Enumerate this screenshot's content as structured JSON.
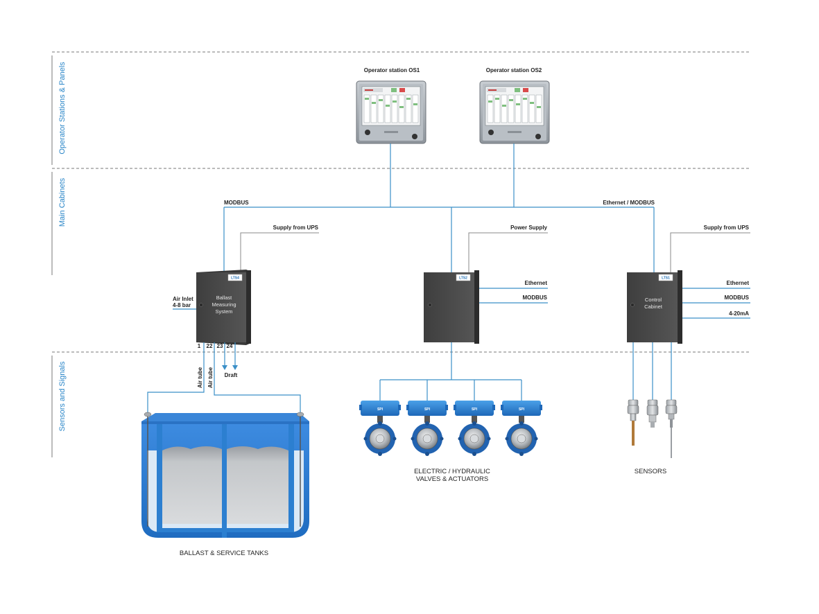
{
  "sections": {
    "operator": "Operator Stations & Panels",
    "cabinets": "Main Cabinets",
    "sensors": "Sensors and Signals"
  },
  "stations": {
    "os1": "Operator station OS1",
    "os2": "Operator station OS2"
  },
  "bus": {
    "modbus": "MODBUS",
    "ethernet_modbus": "Ethernet / MODBUS"
  },
  "cabinet_left": {
    "tag": "LTS4",
    "line1": "Ballast",
    "line2": "Measuring",
    "line3": "System",
    "supply": "Supply from UPS",
    "air_inlet": "Air Inlet",
    "air_pressure": "4-8 bar",
    "ports": [
      "1",
      "22",
      "23",
      "24"
    ],
    "air_tube_1": "Air tube",
    "air_tube_2": "Air tube",
    "draft": "Draft"
  },
  "cabinet_mid": {
    "tag": "LTS2",
    "supply": "Power Supply",
    "ethernet": "Ethernet",
    "modbus": "MODBUS"
  },
  "cabinet_right": {
    "tag": "LTS1",
    "line1": "Control",
    "line2": "Cabinet",
    "supply": "Supply from UPS",
    "ethernet": "Ethernet",
    "modbus": "MODBUS",
    "analog": "4-20mA"
  },
  "captions": {
    "tanks": "BALLAST & SERVICE TANKS",
    "valves_1": "ELECTRIC / HYDRAULIC",
    "valves_2": "VALVES & ACTUATORS",
    "sensors": "SENSORS"
  },
  "valve_marking": "SPI",
  "colors": {
    "accent_blue": "#2a86c8",
    "line_blue": "#3a8fc7",
    "cabinet_gray": "#4a4a4a",
    "tank_blue": "#2c7fd0"
  }
}
